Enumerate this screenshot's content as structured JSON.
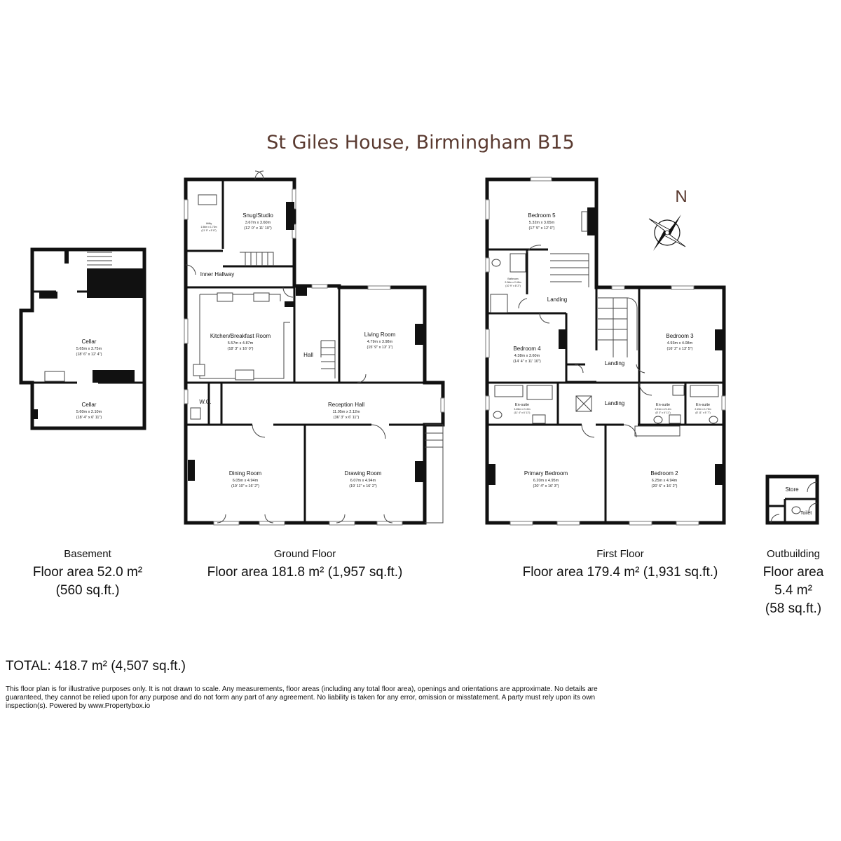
{
  "title": "St Giles House, Birmingham B15",
  "compass_label": "N",
  "rooms": {
    "cellar_1": {
      "name": "Cellar",
      "dims": "5.65m x 3.75m",
      "imperial": "(18' 6\" x 12' 4\")"
    },
    "cellar_2": {
      "name": "Cellar",
      "dims": "5.60m x 2.10m",
      "imperial": "(18' 4\" x 6' 11\")"
    },
    "utility": {
      "name": "Utility",
      "dims": "1.56m x 1.73m",
      "imperial": "(11' 9\" x 5' 8\")"
    },
    "snug": {
      "name": "Snug/Studio",
      "dims": "3.67m x 3.60m",
      "imperial": "(12' 0\" x 11' 10\")"
    },
    "inner_hallway": {
      "name": "Inner Hallway"
    },
    "kitchen": {
      "name": "Kitchen/Breakfast Room",
      "dims": "5.57m x 4.87m",
      "imperial": "(18' 3\" x 16' 0\")"
    },
    "hall": {
      "name": "Hall"
    },
    "living": {
      "name": "Living Room",
      "dims": "4.79m x 3.98m",
      "imperial": "(15' 9\" x 13' 1\")"
    },
    "wc": {
      "name": "W.C."
    },
    "reception": {
      "name": "Reception Hall",
      "dims": "11.05m x 2.12m",
      "imperial": "(36' 3\" x 6' 11\")"
    },
    "dining": {
      "name": "Dining Room",
      "dims": "6.05m x 4.94m",
      "imperial": "(19' 10\" x 16' 2\")"
    },
    "drawing": {
      "name": "Drawing Room",
      "dims": "6.07m x 4.94m",
      "imperial": "(19' 11\" x 16' 2\")"
    },
    "bedroom5": {
      "name": "Bedroom 5",
      "dims": "5.32m x 3.65m",
      "imperial": "(17' 5\" x 12' 0\")"
    },
    "bathroom": {
      "name": "Bathroom",
      "dims": "2.06m x 2.49m",
      "imperial": "(10' 9\" x 8' 2\")"
    },
    "landing_1": {
      "name": "Landing"
    },
    "landing_2": {
      "name": "Landing"
    },
    "landing_3": {
      "name": "Landing"
    },
    "bedroom4": {
      "name": "Bedroom 4",
      "dims": "4.38m x 3.60m",
      "imperial": "(14' 4\" x 11' 10\")"
    },
    "bedroom3": {
      "name": "Bedroom 3",
      "dims": "4.93m x 4.08m",
      "imperial": "(16' 2\" x 13' 5\")"
    },
    "ensuite_1": {
      "name": "En-suite",
      "dims": "3.45m x 2.10m",
      "imperial": "(11' 4\" x 6' 11\")"
    },
    "ensuite_2": {
      "name": "En-suite",
      "dims": "2.51m x 2.12m",
      "imperial": "(8' 3\" x 6' 11\")"
    },
    "ensuite_3": {
      "name": "En-suite",
      "dims": "2.19m x 1.73m",
      "imperial": "(8' 11\" x 5' 7\")"
    },
    "primary": {
      "name": "Primary Bedroom",
      "dims": "6.20m x 4.95m",
      "imperial": "(20' 4\" x 16' 3\")"
    },
    "bedroom2": {
      "name": "Bedroom 2",
      "dims": "6.25m x 4.94m",
      "imperial": "(20' 6\" x 16' 2\")"
    },
    "store": {
      "name": "Store"
    },
    "toilet": {
      "name": "Toilet"
    }
  },
  "floors": {
    "basement": {
      "name": "Basement",
      "area_line1": "Floor area 52.0 m²",
      "area_line2": "(560 sq.ft.)"
    },
    "ground": {
      "name": "Ground Floor",
      "area_line1": "Floor area 181.8 m² (1,957 sq.ft.)"
    },
    "first": {
      "name": "First Floor",
      "area_line1": "Floor area 179.4 m² (1,931 sq.ft.)"
    },
    "outbuilding": {
      "name": "Outbuilding",
      "area_line1": "Floor area",
      "area_line2": "5.4 m²",
      "area_line3": "(58 sq.ft.)"
    }
  },
  "total": "TOTAL: 418.7 m² (4,507 sq.ft.)",
  "disclaimer": "This floor plan is for illustrative purposes only. It is not drawn to scale. Any measurements, floor areas (including any total floor area), openings and orientations are approximate. No details are guaranteed, they cannot be relied upon for any purpose and do not form any part of any agreement. No liability is taken for any error, omission or misstatement. A party must rely upon its own inspection(s). Powered by www.Propertybox.io",
  "colors": {
    "title": "#5a3a30",
    "wall": "#111111"
  }
}
